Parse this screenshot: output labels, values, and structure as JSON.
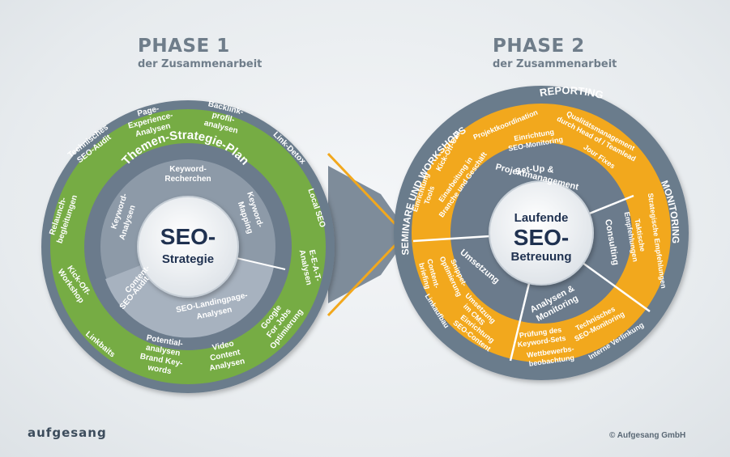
{
  "phase1": {
    "title": "PHASE 1",
    "subtitle": "der Zusammenarbeit",
    "center": [
      "SEO-",
      "Strategie"
    ],
    "inner": {
      "plan_label": "Themen-Strategie-Plan",
      "keyword_recherchen": [
        "Keyword-",
        "Recherchen"
      ],
      "keyword_analysen": [
        "Keyword-",
        "Analysen"
      ],
      "keyword_mapping": [
        "Keyword-",
        "Mapping"
      ],
      "content_seo_audit": [
        "Content-",
        "SEO-Audit"
      ],
      "seo_landingpage": [
        "SEO-Landingpage-",
        "Analysen"
      ]
    },
    "outer": {
      "page_experience": [
        "Page-",
        "Experience-",
        "Analysen"
      ],
      "backlink": [
        "Backlink-",
        "profil-",
        "analysen"
      ],
      "technisches_audit": [
        "Technisches",
        "SEO-Audit"
      ],
      "link_detox": "Link-Detox",
      "relaunch": [
        "Relaunch-",
        "begleitungen"
      ],
      "local_seo": "Local SEO",
      "eeat": [
        "E-E-A-T-",
        "Analysen"
      ],
      "kickoff": [
        "Kick-Off-",
        "Workshop"
      ],
      "google_jobs": [
        "Google",
        "For Jobs",
        "Optimierung"
      ],
      "linkbaits": "Linkbaits",
      "potential": [
        "Potential-",
        "analysen",
        "Brand Key-",
        "words"
      ],
      "video": [
        "Video",
        "Content",
        "Analysen"
      ]
    }
  },
  "phase2": {
    "title": "PHASE 2",
    "subtitle": "der Zusammenarbeit",
    "center": [
      "Laufende",
      "SEO-",
      "Betreuung"
    ],
    "ring": {
      "reporting": "REPORTING",
      "seminare": "SEMINARE UND WORKSHOPS",
      "monitoring": "MONITORING"
    },
    "top_items": {
      "projektkoordination": "Projektkoordination",
      "kickoff_call": "Kick-Off-Call",
      "einrichtung_tools": [
        "Einrichtung",
        "Tools"
      ],
      "einarbeitung": [
        "Einarbeitung in",
        "Branche und Geschäft"
      ],
      "einrichtung_monitoring": [
        "Einrichtung",
        "SEO-Monitoring"
      ],
      "qualitaet": [
        "Qualitätsmanagement",
        "durch Head of / Teamlead"
      ],
      "jour_fixes": "Jour Fixes"
    },
    "inner": {
      "setup": [
        "Set-Up &",
        "Projektmanagement"
      ],
      "consulting": "Consulting",
      "umsetzung": "Umsetzung",
      "analysen": [
        "Analysen &",
        "Monitoring"
      ]
    },
    "consulting_items": {
      "taktische": [
        "Taktische",
        "Empfehlungen"
      ],
      "strategische": "Strategische Empfehlungen"
    },
    "umsetzung_items": {
      "content_briefing": [
        "Content-",
        "briefing"
      ],
      "snippet": [
        "Snippet-",
        "Optimierung"
      ],
      "linkaufbau": "Linkaufbau",
      "umsetzung_cms": [
        "Umsetzung",
        "im CMS"
      ],
      "einrichtung_content": [
        "Einrichtung",
        "SEO-Content"
      ]
    },
    "analysen_items": {
      "pruefung": [
        "Prüfung des",
        "Keyword-Sets"
      ],
      "wettbewerb": [
        "Wettbewerbs-",
        "beobachtung"
      ],
      "technisches": [
        "Technisches",
        "SEO-Monitoring"
      ],
      "interne": "Interne Verlinkung"
    }
  },
  "footer": {
    "logo": "aufgesang",
    "copyright": "© Aufgesang GmbH"
  },
  "colors": {
    "green": "#76ac44",
    "orange": "#f2a81d",
    "slate": "#6b7b8c",
    "slate_light": "#8d9aa8",
    "navy": "#1f3150"
  }
}
